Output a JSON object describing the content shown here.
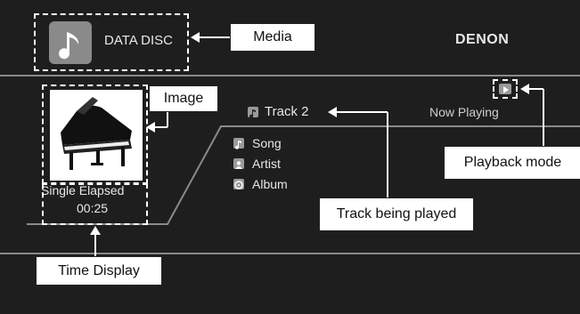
{
  "header": {
    "media_label": "DATA DISC",
    "brand": "DENON"
  },
  "track": {
    "name": "Track 2",
    "status": "Now Playing"
  },
  "info_items": [
    {
      "icon": "music-note-icon",
      "label": "Song"
    },
    {
      "icon": "person-icon",
      "label": "Artist"
    },
    {
      "icon": "disc-icon",
      "label": "Album"
    }
  ],
  "time": {
    "mode": "Single Elapsed",
    "value": "00:25"
  },
  "callouts": {
    "media": "Media",
    "image": "Image",
    "playback_mode": "Playback mode",
    "track_being_played": "Track being played",
    "time_display": "Time Display"
  },
  "playback_mode_icon": "play-icon",
  "colors": {
    "screen_bg": "#1e1e1e",
    "divider": "#8a8a8a",
    "media_icon_bg": "#8a8a8a",
    "callout_bg": "#ffffff"
  }
}
